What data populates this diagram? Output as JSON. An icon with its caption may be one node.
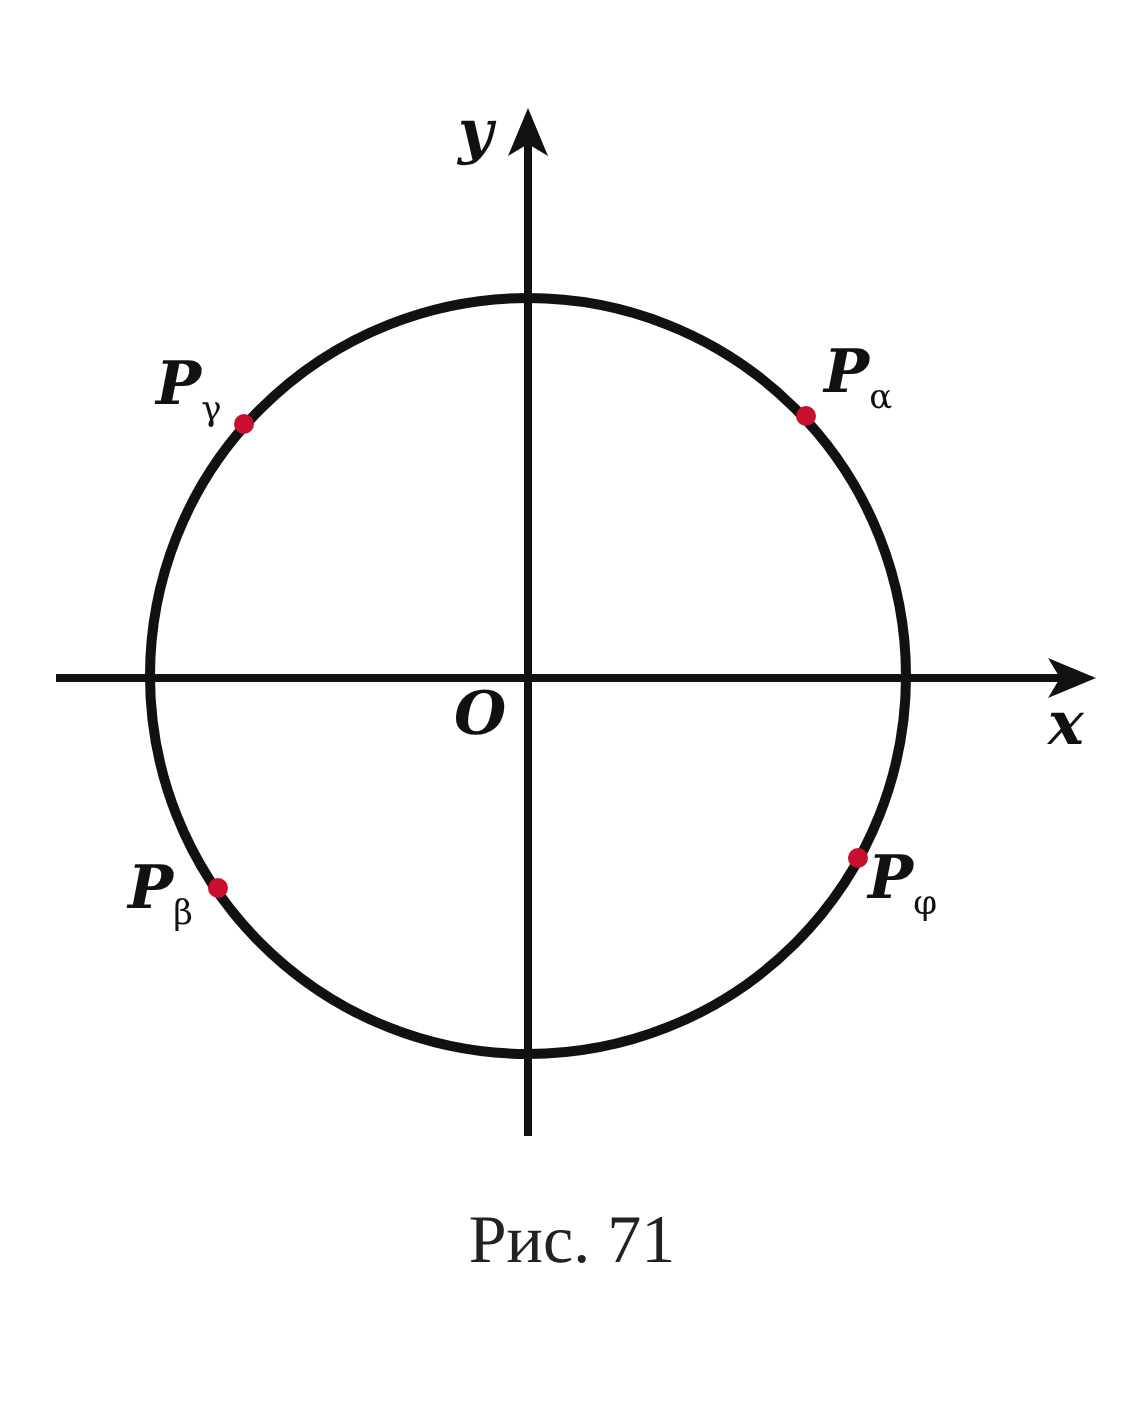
{
  "diagram": {
    "caption": "Рис. 71",
    "labels": [
      "y",
      "x",
      "O",
      "P$_{γ}$",
      "P$_{α}$",
      "P$_{β}$",
      "P$_{φ}$"
    ]
  }
}
